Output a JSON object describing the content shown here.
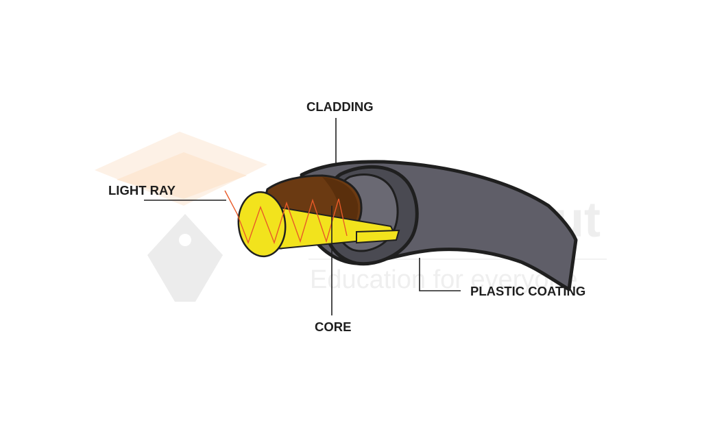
{
  "labels": {
    "cladding": "CLADDING",
    "light_ray": "LIGHT RAY",
    "core": "CORE",
    "plastic_coating": "PLASTIC COATING"
  },
  "watermark": {
    "word": "ut",
    "tagline": "Education for everyone"
  },
  "colors": {
    "coating": "#5f5e68",
    "coating_outline": "#1f1f1f",
    "cladding_ring": "#4a4a52",
    "core_brown": "#6b3a12",
    "core_face": "#f2e31d",
    "light_ray": "#e85a28",
    "leader_line": "#1e1e1e"
  }
}
